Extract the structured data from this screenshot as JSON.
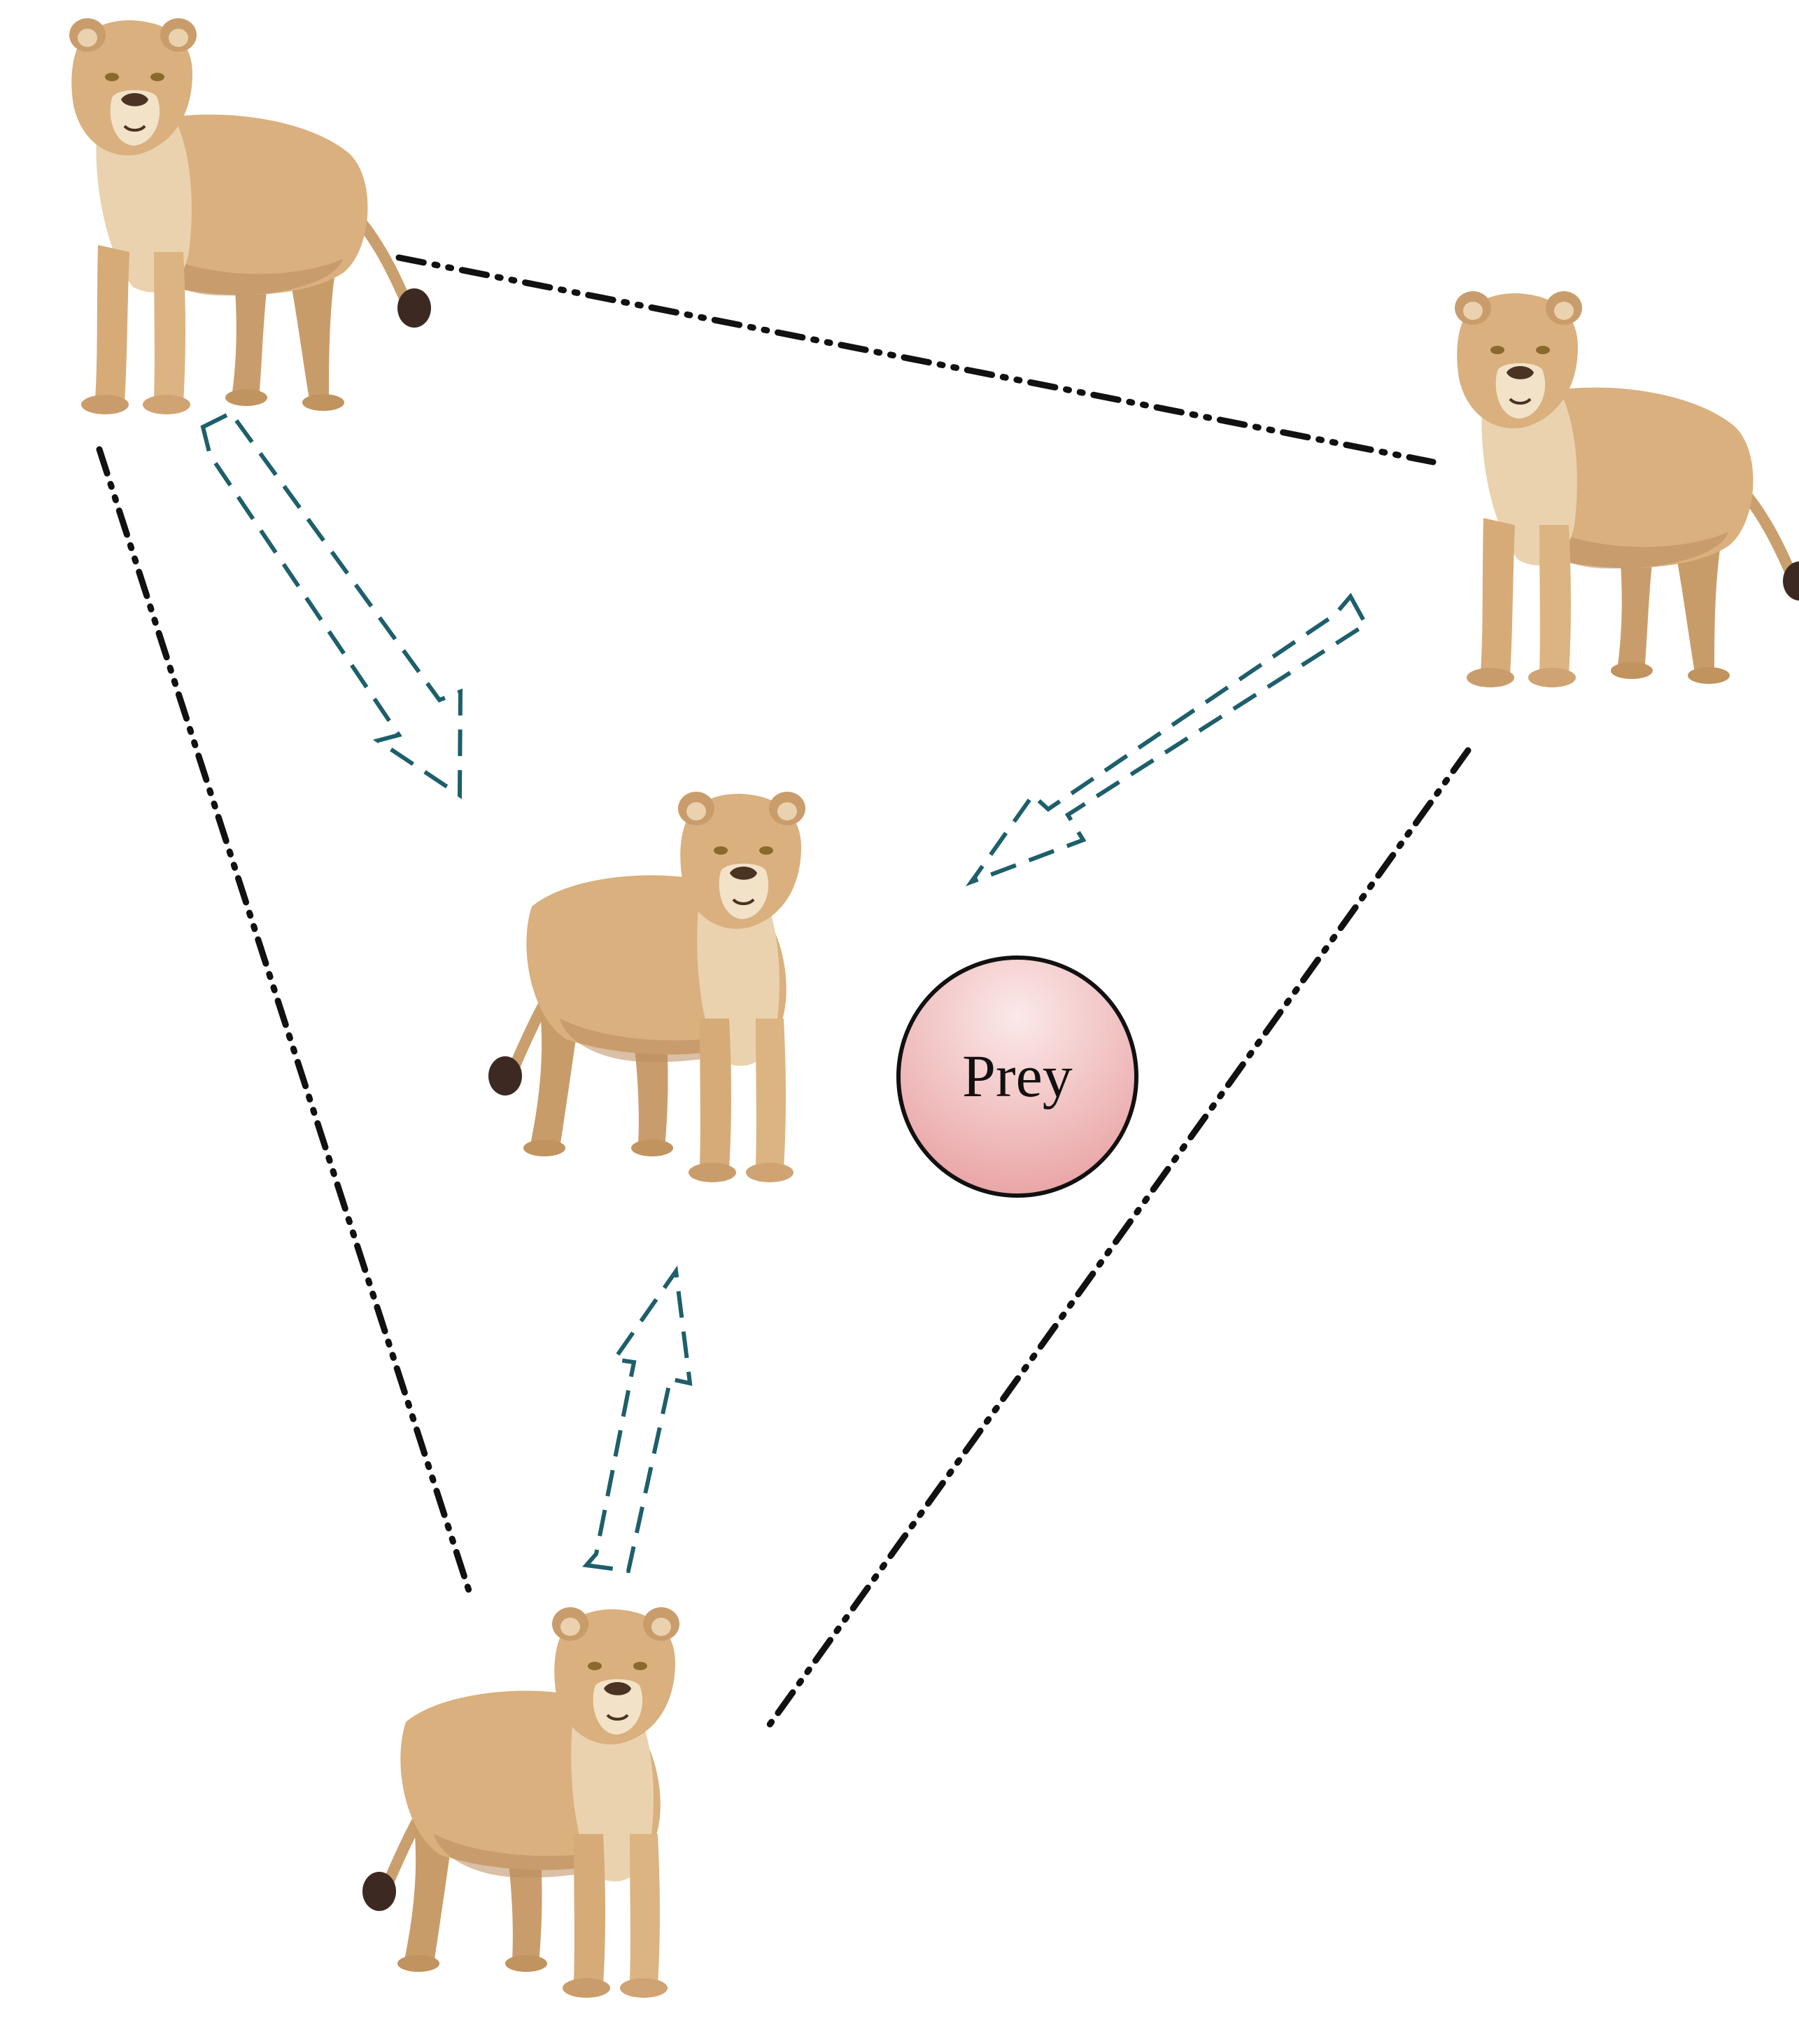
{
  "prey": {
    "label": "Prey"
  },
  "colors": {
    "background": "#ffffff",
    "connector": "#111111",
    "movement_arrow": "#1d5f6b",
    "prey_fill_top": "#fbe9e9",
    "prey_fill_bottom": "#eaa5a6",
    "prey_stroke": "#111111",
    "lion_body": "#d9b07e",
    "lion_shadow": "#b98d5c",
    "lion_light": "#ead2ae",
    "lion_muzzle": "#f2e2c8",
    "lion_nose": "#4a3322",
    "lion_tail_tuft": "#3c2a22"
  },
  "legend": [],
  "lions": [
    {
      "id": "lion-top-left",
      "facing": "front"
    },
    {
      "id": "lion-top-right",
      "facing": "front"
    },
    {
      "id": "lion-center",
      "facing": "left"
    },
    {
      "id": "lion-bottom",
      "facing": "left"
    }
  ]
}
